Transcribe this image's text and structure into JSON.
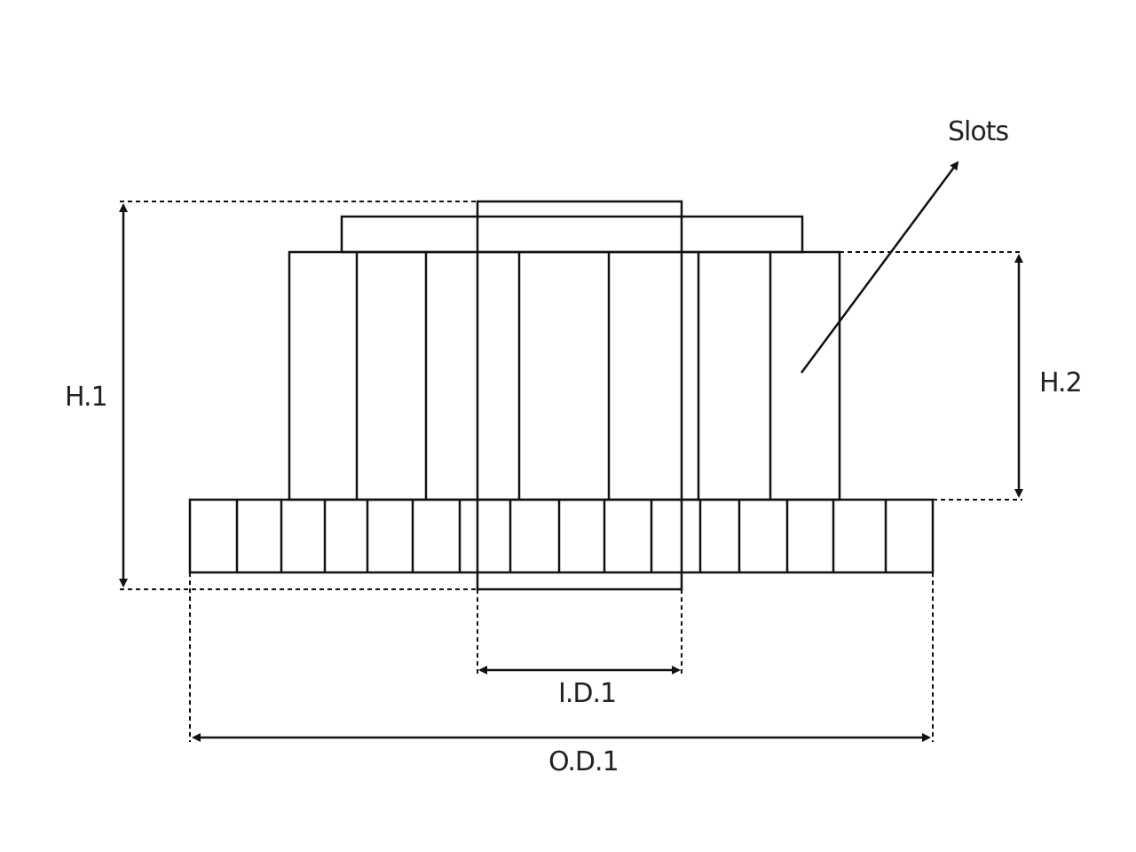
{
  "labels": {
    "slots": "Slots",
    "h1": "H.1",
    "h2": "H.2",
    "id1": "I.D.1",
    "od1": "O.D.1"
  },
  "colors": {
    "line": "#111111",
    "text": "#222222",
    "background": "#ffffff"
  }
}
